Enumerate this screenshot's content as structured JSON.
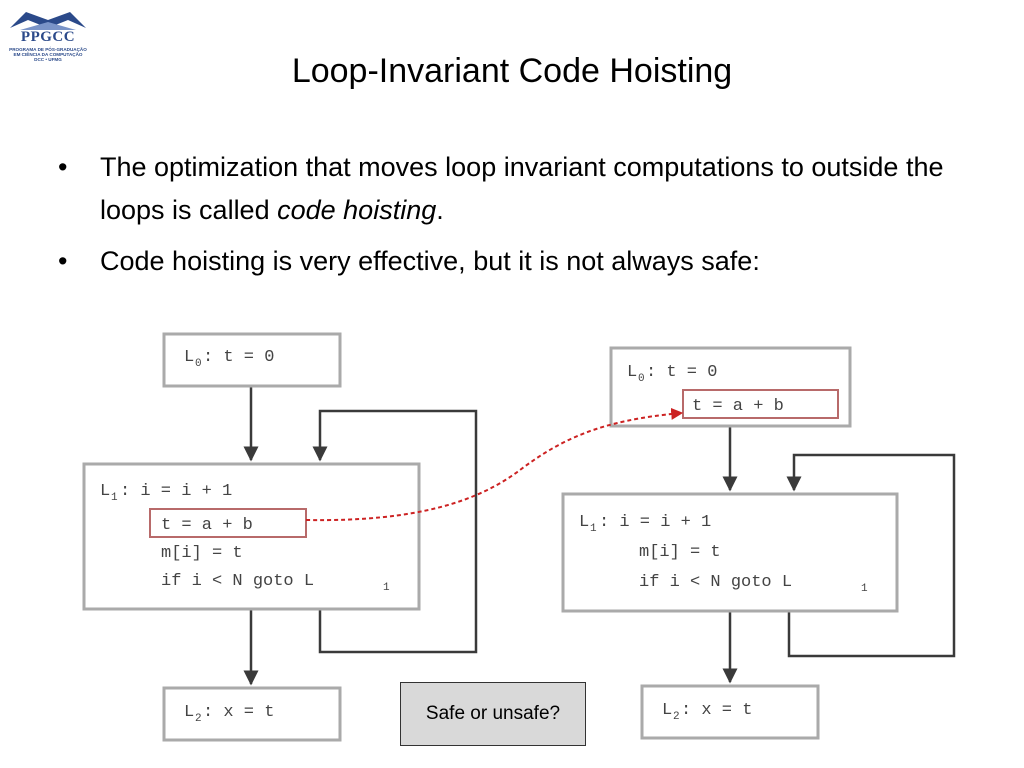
{
  "logo": {
    "name": "PPGCC",
    "line1": "PROGRAMA DE PÓS-GRADUAÇÃO",
    "line2": "EM CIÊNCIA DA COMPUTAÇÃO",
    "line3": "DCC • UFMG"
  },
  "title": "Loop-Invariant Code Hoisting",
  "bullets": [
    {
      "before": "The optimization that moves loop invariant computations to outside the loops is called ",
      "emph": "code hoisting",
      "after": "."
    },
    {
      "text": "Code hoisting is very effective, but it is not always safe:"
    }
  ],
  "left": {
    "l0": {
      "label": "L",
      "sub": "0",
      "code": ": t = 0"
    },
    "l1": {
      "label": "L",
      "sub": "1",
      "code": ": i = i + 1"
    },
    "hoisted": "t = a + b",
    "stmt2": "m[i] = t",
    "stmt3": "if i < N goto L",
    "stmt3_sub": "1",
    "l2": {
      "label": "L",
      "sub": "2",
      "code": ": x = t"
    }
  },
  "right": {
    "l0": {
      "label": "L",
      "sub": "0",
      "code": ": t = 0"
    },
    "hoisted": "t = a + b",
    "l1": {
      "label": "L",
      "sub": "1",
      "code": ": i = i + 1"
    },
    "stmt2": "m[i] = t",
    "stmt3": "if i < N goto L",
    "stmt3_sub": "1",
    "l2": {
      "label": "L",
      "sub": "2",
      "code": ": x = t"
    }
  },
  "question": "Safe or unsafe?",
  "colors": {
    "highlight": "#b86a6a",
    "arrow": "#cc2222",
    "logo": "#2b4a8a",
    "question_bg": "#d9d9d9"
  }
}
